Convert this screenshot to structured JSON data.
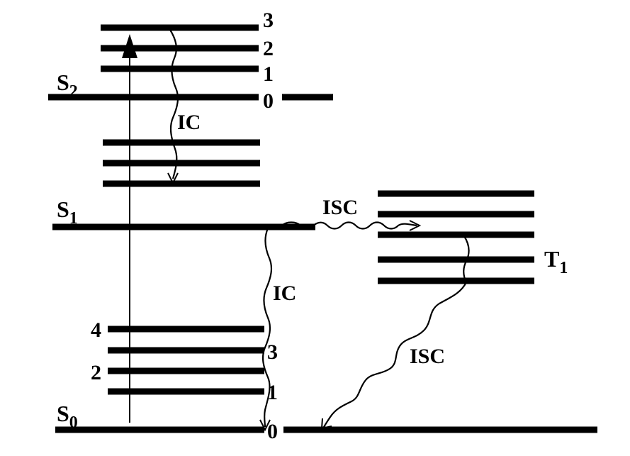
{
  "states": {
    "s2": {
      "name": "S",
      "sub": "2",
      "levels": [
        "0",
        "1",
        "2",
        "3"
      ]
    },
    "s1": {
      "name": "S",
      "sub": "1"
    },
    "s0": {
      "name": "S",
      "sub": "0",
      "levels": [
        "0",
        "1",
        "2",
        "3",
        "4"
      ]
    },
    "t1": {
      "name": "T",
      "sub": "1"
    }
  },
  "transitions": {
    "ic_upper": "IC",
    "ic_lower": "IC",
    "isc_s1_t1": "ISC",
    "isc_t1_s0": "ISC"
  }
}
